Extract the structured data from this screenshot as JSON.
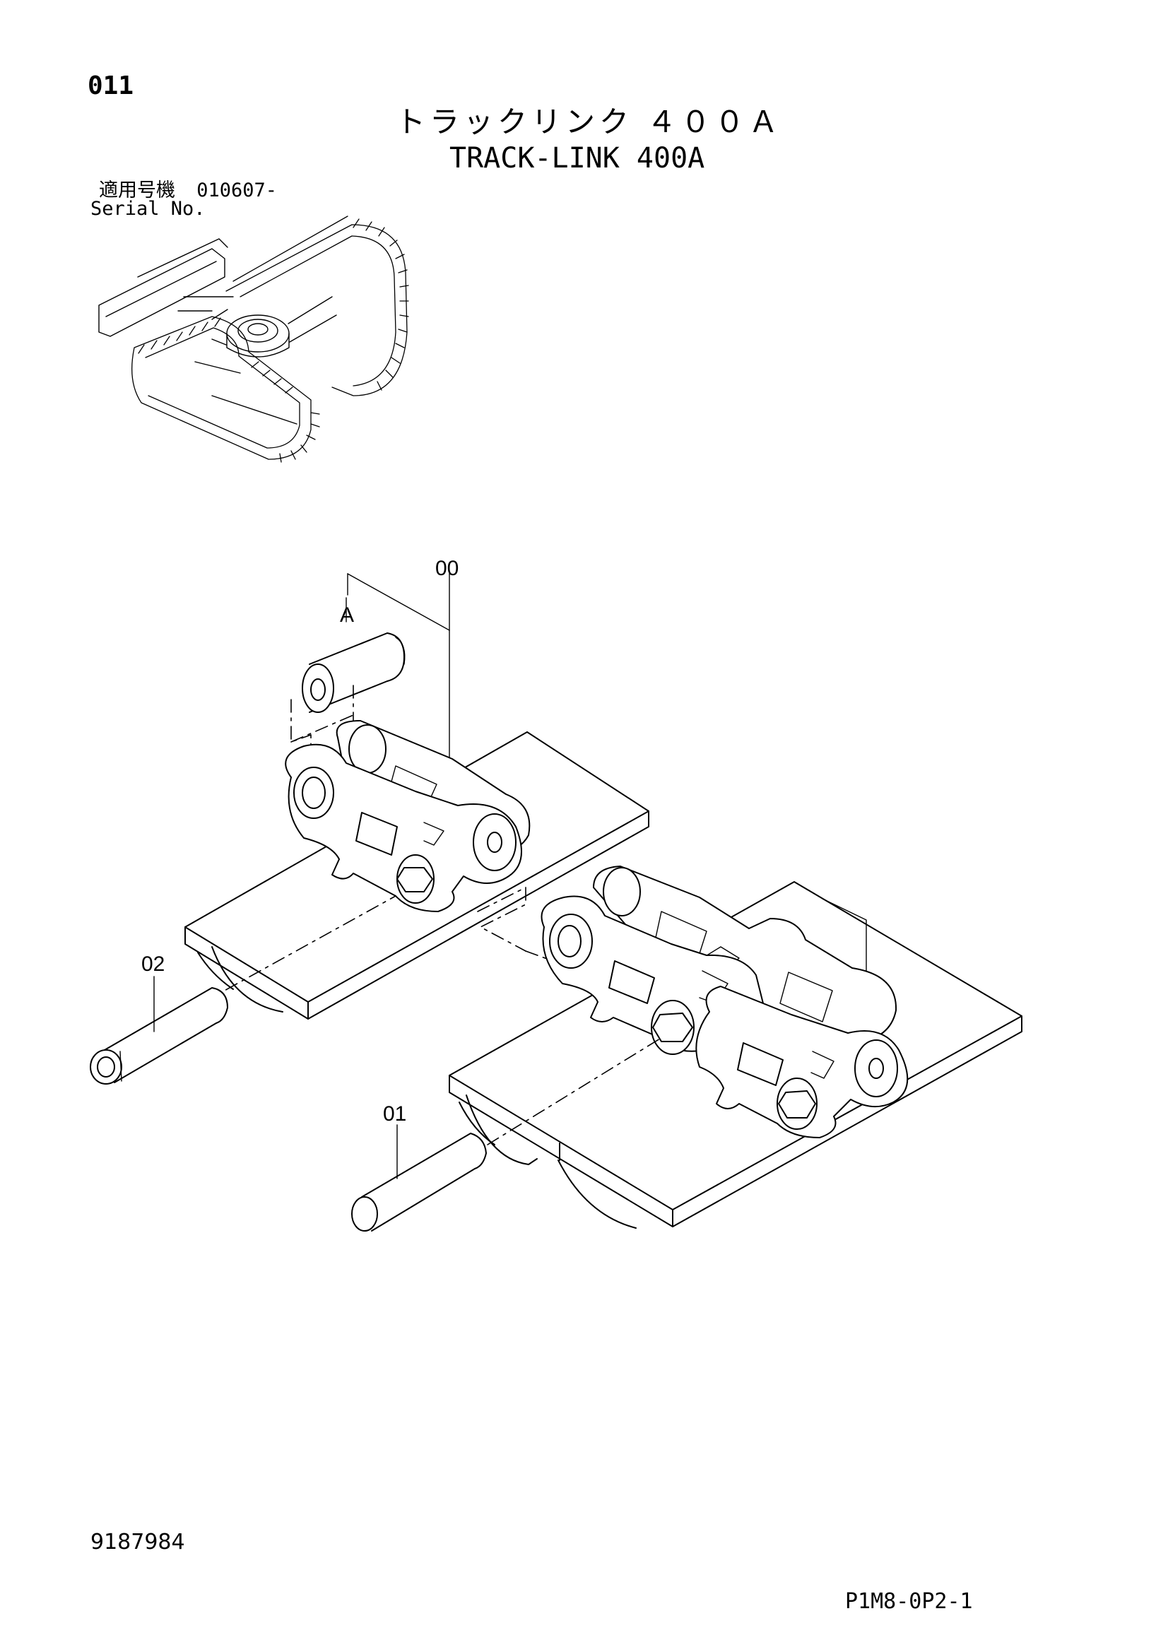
{
  "header": {
    "page_code": "011",
    "title_jp": "トラックリンク ４００Ａ",
    "title_en": "TRACK-LINK 400A",
    "serial_label_jp": "適用号機",
    "serial_value": "010607-",
    "serial_label_en": "Serial No."
  },
  "callouts": {
    "assembly": "00",
    "detail_a": "A",
    "part_02": "02",
    "part_01": "01"
  },
  "footer": {
    "doc_number": "9187984",
    "figure_code": "P1M8-0P2-1"
  }
}
